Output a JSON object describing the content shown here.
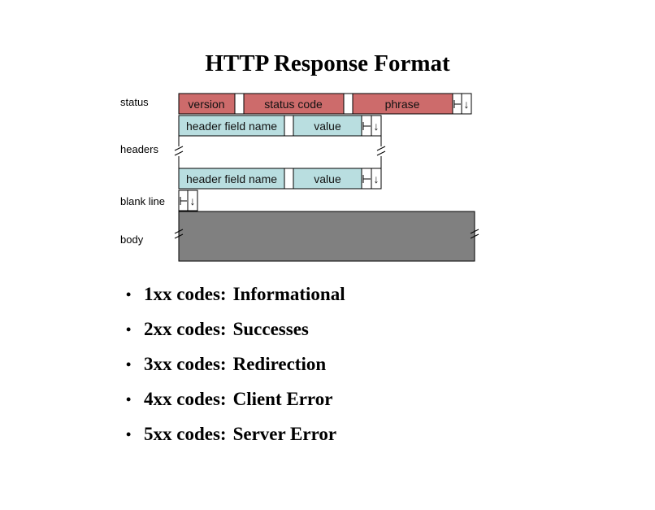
{
  "title": "HTTP Response Format",
  "row_labels": {
    "status": "status",
    "headers": "headers",
    "blank_line": "blank line",
    "body": "body"
  },
  "status_line": {
    "version": "version",
    "status_code": "status code",
    "phrase": "phrase",
    "terminator": "↓"
  },
  "header_fields": [
    {
      "name": "header field name",
      "value": "value",
      "terminator": "↓"
    },
    {
      "name": "header field name",
      "value": "value",
      "terminator": "↓"
    }
  ],
  "blank_line_terminator": "↓",
  "colors": {
    "status_fill": "#cd6b6b",
    "header_fill": "#b9dee0",
    "body_fill": "#808080",
    "stroke": "#000000"
  },
  "codes": [
    {
      "bullet": "•",
      "code": "1xx codes:",
      "meaning": "Informational"
    },
    {
      "bullet": "•",
      "code": "2xx codes:",
      "meaning": "Successes"
    },
    {
      "bullet": "•",
      "code": "3xx codes:",
      "meaning": "Redirection"
    },
    {
      "bullet": "•",
      "code": "4xx codes:",
      "meaning": "Client Error"
    },
    {
      "bullet": "•",
      "code": "5xx codes:",
      "meaning": "Server Error"
    }
  ]
}
